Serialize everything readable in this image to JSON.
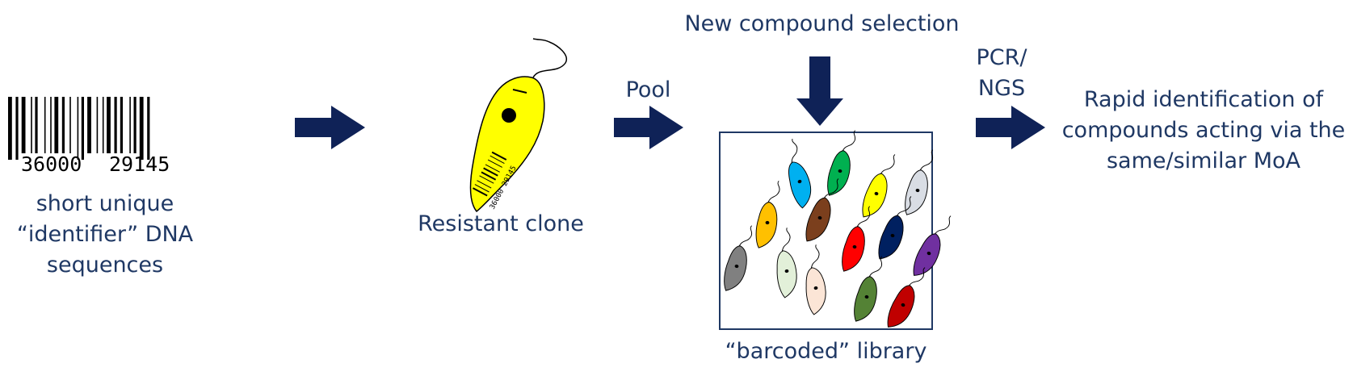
{
  "colors": {
    "text": "#1f3864",
    "arrow": "#0f2257",
    "clone_body": "#ffff00",
    "library_border": "#1f3864"
  },
  "barcode": {
    "digits_left": "36000",
    "digits_right": "29145",
    "caption": "short unique\n“identifier” DNA\nsequences"
  },
  "resistant_clone": {
    "label": "Resistant clone",
    "tag_digits": "36000 29145"
  },
  "pool_label": "Pool",
  "new_compound_label": "New compound selection",
  "library": {
    "label": "“barcoded” library",
    "organism_colors": [
      "#00b0f0",
      "#00b050",
      "#ffff00",
      "#d9dde4",
      "#ffc000",
      "#7b3f1d",
      "#ff0000",
      "#002060",
      "#7030a0",
      "#808080",
      "#e2f0d9",
      "#fbe5d6",
      "#548235",
      "#c00000"
    ]
  },
  "pcr_ngs_label": "PCR/\nNGS",
  "result_text": "Rapid identification of\ncompounds acting via the\nsame/similar MoA",
  "icons": [
    "barcode-icon",
    "arrow-right-icon",
    "arrow-down-icon",
    "parasite-icon"
  ]
}
